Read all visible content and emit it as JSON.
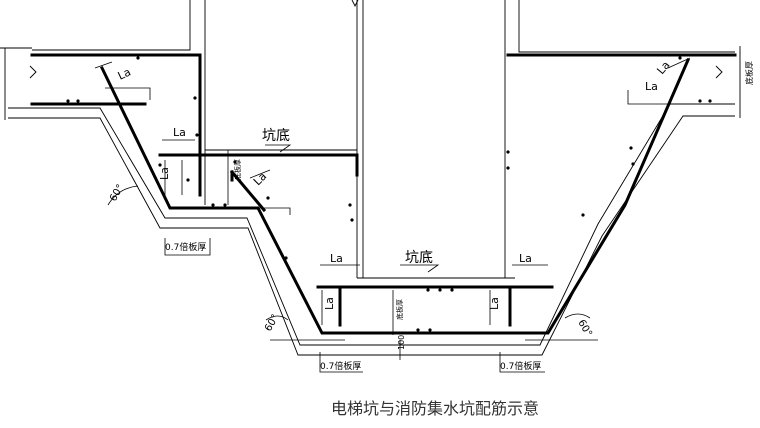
{
  "title": "电梯坑与消防集水坑配筋示意",
  "labels": {
    "pit_bottom": "坑底",
    "anchorage": "La",
    "slab_thickness": "底板厚",
    "thickness_factor": "0.7倍板厚",
    "angle": "60°",
    "height": "100"
  },
  "colors": {
    "line": "#000000",
    "background": "#ffffff",
    "caption": "#333333"
  }
}
